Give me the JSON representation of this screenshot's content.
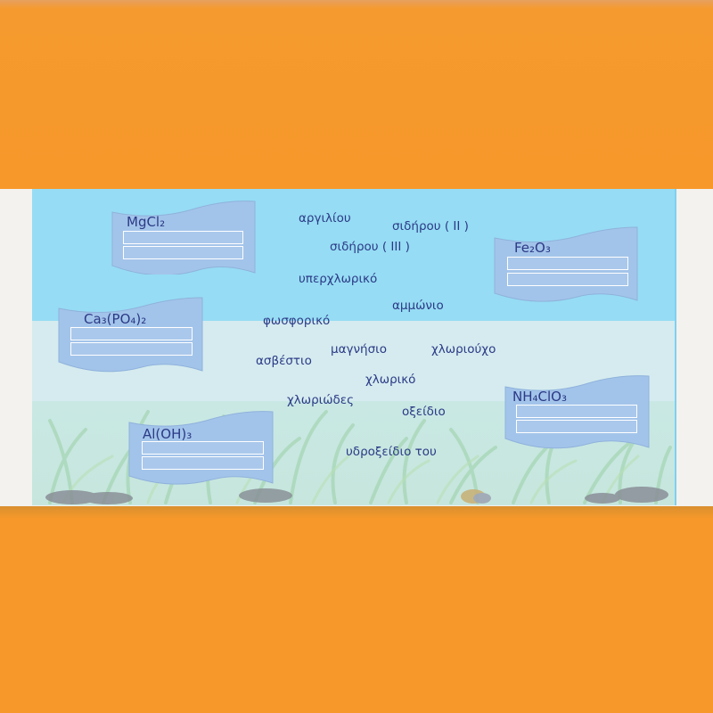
{
  "fish": [
    {
      "formula": "MgCl₂",
      "slots": 2
    },
    {
      "formula": "Fe₂O₃",
      "slots": 2
    },
    {
      "formula": "Ca₃(PO₄)₂",
      "slots": 2
    },
    {
      "formula": "NH₄ClO₃",
      "slots": 2
    },
    {
      "formula": "Al(OH)₃",
      "slots": 2
    }
  ],
  "words": [
    "αργιλίου",
    "σιδήρου ( II )",
    "σιδήρου ( III )",
    "υπερχλωρικό",
    "αμμώνιο",
    "φωσφορικό",
    "μαγνήσιο",
    "χλωριούχο",
    "ασβέστιο",
    "χλωρικό",
    "χλωριώδες",
    "οξείδιο",
    "υδροξείδιο του"
  ],
  "colors": {
    "band": "#f7982a",
    "water_top": "#96dcf4",
    "water_mid": "#d5ebef",
    "fish_fill": "#a3c4ea",
    "text": "#2b3a86"
  }
}
